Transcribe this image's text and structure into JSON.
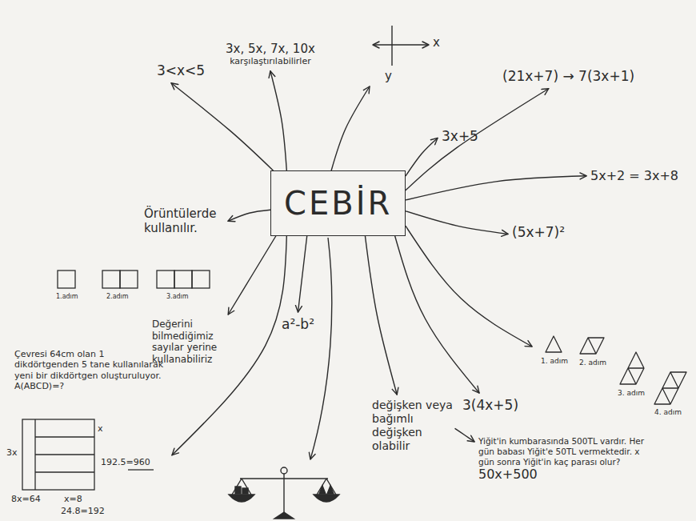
{
  "diagram": {
    "nodes": [
      {
        "text": [
          "CEBİR"
        ]
      },
      {
        "text": [
          "3<x<5"
        ]
      },
      {
        "text": [
          "3x, 5x, 7x, 10x",
          "karşılaştırılabilirler"
        ]
      },
      {
        "text": [
          "x",
          "y"
        ]
      },
      {
        "text": [
          "(21x+7) → 7(3x+1)"
        ]
      },
      {
        "text": [
          "3x+5"
        ]
      },
      {
        "text": [
          "5x+2 = 3x+8"
        ]
      },
      {
        "text": [
          "Örüntülerde kullanılır."
        ]
      },
      {
        "text": [
          "(5x+7)²"
        ]
      },
      {
        "text": [
          "Değerini bilmediğimiz sayılar yerine kullanabiliriz"
        ]
      },
      {
        "text": [
          "a²-b²"
        ]
      },
      {
        "text": [
          "1. adım",
          "2. adım",
          "3. adım",
          "4. adım"
        ]
      },
      {
        "text": [
          "3(4x+5)"
        ]
      },
      {
        "text": [
          "değişken veya bağımlı değişken olabilir"
        ]
      },
      {
        "text": [
          "Yiğit'in kumbarasında 500TL vardır. Her gün babası Yiğit'e 50TL vermektedir. x gün sonra Yiğit'in kaç parası olur?",
          "50x+500"
        ]
      },
      {
        "text": [
          "Çevresi 64cm olan 1 dikdörtgenden 5 tane kullanılarak yeni bir dikdörtgen oluşturuluyor. A(ABCD)=?"
        ]
      }
    ],
    "edges": [
      {
        "from": 0,
        "to": 1,
        "arrow": "to"
      },
      {
        "from": 0,
        "to": 2,
        "arrow": "to"
      },
      {
        "from": 0,
        "to": 3,
        "arrow": "to"
      },
      {
        "from": 0,
        "to": 5,
        "arrow": "to"
      },
      {
        "from": 0,
        "to": 4,
        "arrow": "to"
      },
      {
        "from": 0,
        "to": 6,
        "arrow": "to"
      },
      {
        "from": 0,
        "to": 8,
        "arrow": "to"
      },
      {
        "from": 0,
        "to": 11,
        "arrow": "to"
      },
      {
        "from": 0,
        "to": 12,
        "arrow": "to"
      },
      {
        "from": 0,
        "to": 13,
        "arrow": "to"
      },
      {
        "from": 0,
        "to": 10,
        "arrow": "to"
      },
      {
        "from": 0,
        "to": 9,
        "arrow": "to"
      },
      {
        "from": 0,
        "to": 15,
        "arrow": "to"
      },
      {
        "from": 0,
        "to": 7,
        "arrow": "to"
      },
      {
        "from": 13,
        "to": 14,
        "arrow": "to"
      }
    ],
    "labels": [
      "1.adım",
      "2.adım",
      "3.adım",
      "3x",
      "x",
      "8x=64",
      "x=8",
      "24.8=192",
      "192.5=960"
    ]
  }
}
